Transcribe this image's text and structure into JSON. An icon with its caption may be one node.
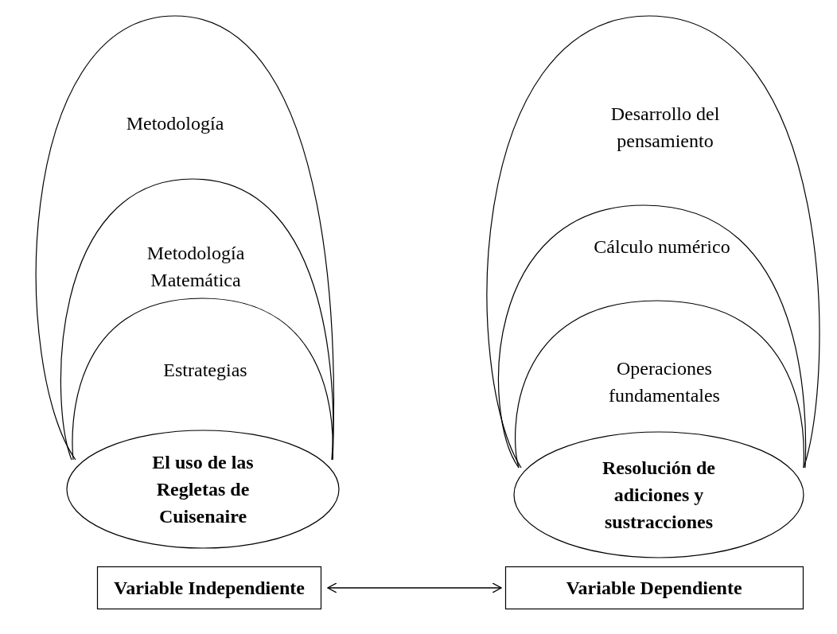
{
  "diagram": {
    "nodes": [
      {
        "text": [
          "Metodología"
        ]
      },
      {
        "text": [
          "Metodología Matemática"
        ],
        "in": 0
      },
      {
        "text": [
          "Estrategias"
        ],
        "in": 1
      },
      {
        "text": [
          "El uso de las Regletas de Cuisenaire"
        ]
      },
      {
        "text": [
          "Desarrollo del pensamiento"
        ]
      },
      {
        "text": [
          "Cálculo numérico"
        ],
        "in": 4
      },
      {
        "text": [
          "Operaciones fundamentales"
        ],
        "in": 5
      },
      {
        "text": [
          "Resolución de adiciones y sustracciones"
        ]
      },
      {
        "text": [
          "Variable Independiente"
        ]
      },
      {
        "text": [
          "Variable Dependiente"
        ]
      }
    ],
    "edges": [
      {
        "from": 8,
        "to": 9,
        "arrow": "both"
      }
    ]
  }
}
